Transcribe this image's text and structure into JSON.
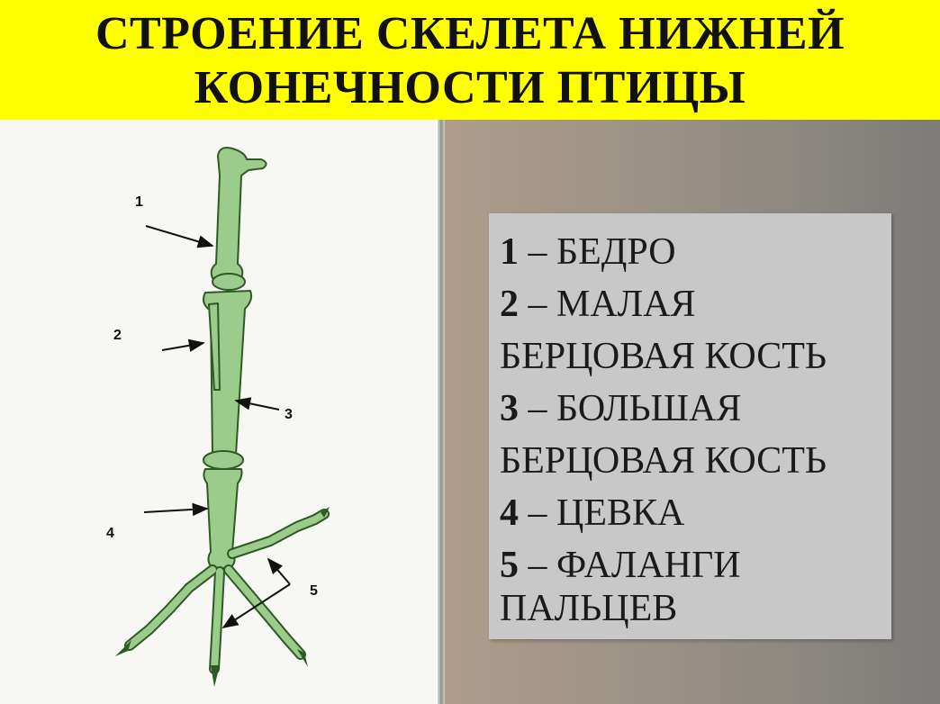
{
  "header": {
    "title_line1": "СТРОЕНИЕ СКЕЛЕТА НИЖНЕЙ",
    "title_line2": "КОНЕЧНОСТИ ПТИЦЫ"
  },
  "diagram": {
    "markers": [
      "1",
      "2",
      "3",
      "4",
      "5"
    ],
    "bone_color": "#9ccc8c",
    "bone_outline": "#2e5a23"
  },
  "legend": {
    "lines": [
      {
        "num": "1",
        "text": " – БЕДРО"
      },
      {
        "num": "2",
        "text": " – МАЛАЯ"
      },
      {
        "num": "",
        "text": "БЕРЦОВАЯ КОСТЬ"
      },
      {
        "num": "3",
        "text": " – БОЛЬШАЯ"
      },
      {
        "num": "",
        "text": "БЕРЦОВАЯ КОСТЬ"
      },
      {
        "num": "4",
        "text": " – ЦЕВКА"
      },
      {
        "num": "5",
        "text": " – ФАЛАНГИ"
      },
      {
        "num": "",
        "text": "ПАЛЬЦЕВ"
      }
    ]
  },
  "colors": {
    "header_bg": "#ffff00",
    "legend_bg": "#c8c8c8"
  }
}
